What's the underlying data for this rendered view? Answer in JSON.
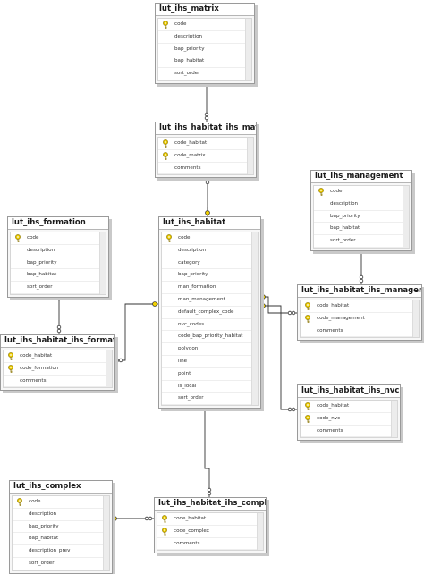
{
  "tables": [
    {
      "id": "lut_ihs_matrix",
      "title": "lut_ihs_matrix",
      "columns": [
        {
          "name": "code",
          "key": true
        },
        {
          "name": "description",
          "key": false
        },
        {
          "name": "bap_priority",
          "key": false
        },
        {
          "name": "bap_habitat",
          "key": false
        },
        {
          "name": "sort_order",
          "key": false
        }
      ]
    },
    {
      "id": "lut_ihs_habitat_ihs_matrix",
      "title": "lut_ihs_habitat_ihs_matrix",
      "columns": [
        {
          "name": "code_habitat",
          "key": true
        },
        {
          "name": "code_matrix",
          "key": true
        },
        {
          "name": "comments",
          "key": false
        }
      ]
    },
    {
      "id": "lut_ihs_management",
      "title": "lut_ihs_management",
      "columns": [
        {
          "name": "code",
          "key": true
        },
        {
          "name": "description",
          "key": false
        },
        {
          "name": "bap_priority",
          "key": false
        },
        {
          "name": "bap_habitat",
          "key": false
        },
        {
          "name": "sort_order",
          "key": false
        }
      ]
    },
    {
      "id": "lut_ihs_formation",
      "title": "lut_ihs_formation",
      "columns": [
        {
          "name": "code",
          "key": true
        },
        {
          "name": "description",
          "key": false
        },
        {
          "name": "bap_priority",
          "key": false
        },
        {
          "name": "bap_habitat",
          "key": false
        },
        {
          "name": "sort_order",
          "key": false
        }
      ]
    },
    {
      "id": "lut_ihs_habitat",
      "title": "lut_ihs_habitat",
      "columns": [
        {
          "name": "code",
          "key": true
        },
        {
          "name": "description",
          "key": false
        },
        {
          "name": "category",
          "key": false
        },
        {
          "name": "bap_priority",
          "key": false
        },
        {
          "name": "man_formation",
          "key": false
        },
        {
          "name": "man_management",
          "key": false
        },
        {
          "name": "default_complex_code",
          "key": false
        },
        {
          "name": "nvc_codes",
          "key": false
        },
        {
          "name": "code_bap_priority_habitat",
          "key": false
        },
        {
          "name": "polygon",
          "key": false
        },
        {
          "name": "line",
          "key": false
        },
        {
          "name": "point",
          "key": false
        },
        {
          "name": "is_local",
          "key": false
        },
        {
          "name": "sort_order",
          "key": false
        }
      ]
    },
    {
      "id": "lut_ihs_habitat_ihs_management",
      "title": "lut_ihs_habitat_ihs_management",
      "columns": [
        {
          "name": "code_habitat",
          "key": true
        },
        {
          "name": "code_management",
          "key": true
        },
        {
          "name": "comments",
          "key": false
        }
      ]
    },
    {
      "id": "lut_ihs_habitat_ihs_formation",
      "title": "lut_ihs_habitat_ihs_formation",
      "columns": [
        {
          "name": "code_habitat",
          "key": true
        },
        {
          "name": "code_formation",
          "key": true
        },
        {
          "name": "comments",
          "key": false
        }
      ]
    },
    {
      "id": "lut_ihs_habitat_ihs_nvc",
      "title": "lut_ihs_habitat_ihs_nvc",
      "columns": [
        {
          "name": "code_habitat",
          "key": true
        },
        {
          "name": "code_nvc",
          "key": true
        },
        {
          "name": "comments",
          "key": false
        }
      ]
    },
    {
      "id": "lut_ihs_complex",
      "title": "lut_ihs_complex",
      "columns": [
        {
          "name": "code",
          "key": true
        },
        {
          "name": "description",
          "key": false
        },
        {
          "name": "bap_priority",
          "key": false
        },
        {
          "name": "bap_habitat",
          "key": false
        },
        {
          "name": "description_prev",
          "key": false
        },
        {
          "name": "sort_order",
          "key": false
        }
      ]
    },
    {
      "id": "lut_ihs_habitat_ihs_complex",
      "title": "lut_ihs_habitat_ihs_complex",
      "columns": [
        {
          "name": "code_habitat",
          "key": true
        },
        {
          "name": "code_complex",
          "key": true
        },
        {
          "name": "comments",
          "key": false
        }
      ]
    }
  ],
  "colors": {
    "key_icon": "#e8c800",
    "connector": "#333333",
    "title_bg": "#ffffff",
    "table_border": "#9a9a9a"
  },
  "icons": {
    "primary_key": "key-icon",
    "relationship_one": "key-end-icon",
    "relationship_many": "infinity-end-icon"
  }
}
